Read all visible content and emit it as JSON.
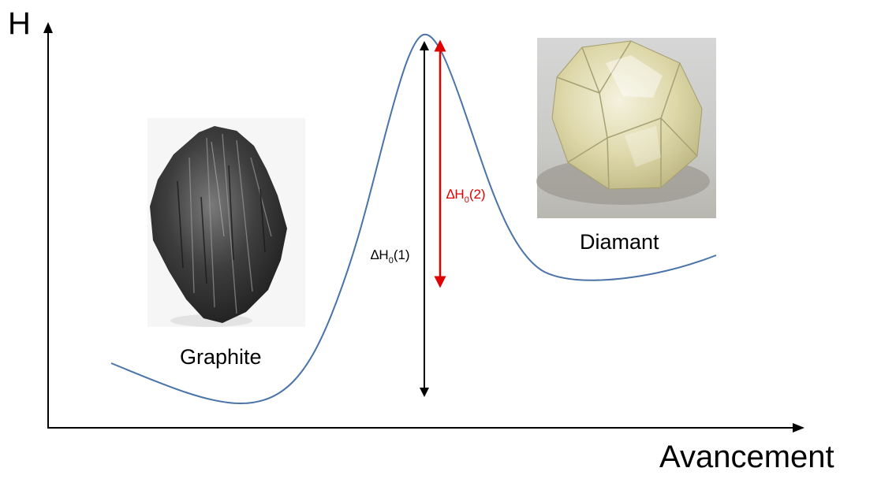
{
  "axes": {
    "y_label": "H",
    "x_label": "Avancement"
  },
  "labels": {
    "graphite": "Graphite",
    "diamant": "Diamant"
  },
  "arrows": {
    "dh1": {
      "prefix": "∆H",
      "sub": "0",
      "suffix": "(1)",
      "color": "#000000"
    },
    "dh2": {
      "prefix": "∆H",
      "sub": "0",
      "suffix": "(2)",
      "color": "#e00000"
    }
  },
  "images": {
    "graphite": "graphite-mineral-photo",
    "diamant": "diamond-crystal-photo"
  },
  "colors": {
    "curve": "#4a74a8",
    "axis": "#000000",
    "dh1": "#000000",
    "dh2": "#e00000"
  }
}
